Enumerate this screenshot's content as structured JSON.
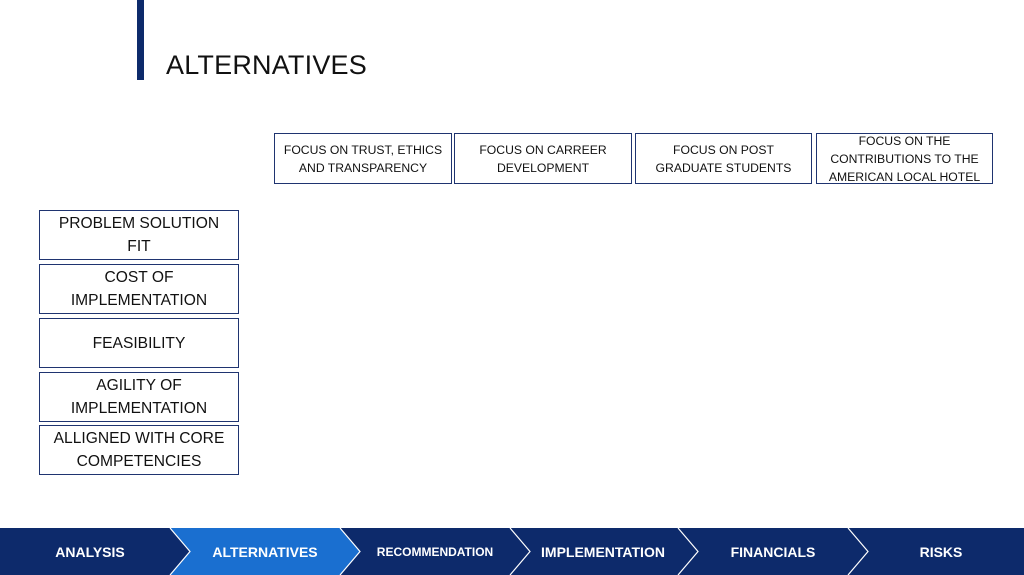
{
  "title": "ALTERNATIVES",
  "alternatives": [
    "FOCUS ON TRUST, ETHICS AND TRANSPARENCY",
    "FOCUS ON CARREER DEVELOPMENT",
    "FOCUS ON POST GRADUATE STUDENTS",
    "FOCUS ON THE CONTRIBUTIONS TO THE AMERICAN LOCAL HOTEL"
  ],
  "criteria": [
    "PROBLEM SOLUTION FIT",
    "COST OF IMPLEMENTATION",
    "FEASIBILITY",
    "AGILITY OF IMPLEMENTATION",
    "ALLIGNED WITH CORE COMPETENCIES"
  ],
  "nav": {
    "items": [
      "ANALYSIS",
      "ALTERNATIVES",
      "RECOMMENDATION",
      "IMPLEMENTATION",
      "FINANCIALS",
      "RISKS"
    ],
    "active": "ALTERNATIVES"
  },
  "colors": {
    "navy": "#0d2a6b",
    "active_blue": "#1a6fd0",
    "box_border": "#1f3470"
  }
}
